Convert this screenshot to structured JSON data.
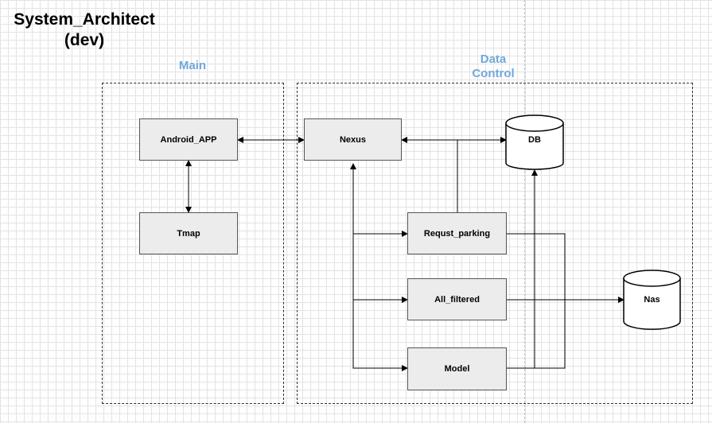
{
  "diagram": {
    "title_line1": "System_Architect",
    "title_line2": "(dev)",
    "groups": {
      "main": "Main",
      "data_control": "Data\nControl"
    },
    "nodes": {
      "android_app": "Android_APP",
      "tmap": "Tmap",
      "nexus": "Nexus",
      "db": "DB",
      "requst_parking": "Requst_parking",
      "all_filtered": "All_filtered",
      "model": "Model",
      "nas": "Nas"
    },
    "edges": [
      {
        "from": "Android_APP",
        "to": "Nexus",
        "bidirectional": true
      },
      {
        "from": "Android_APP",
        "to": "Tmap",
        "bidirectional": true
      },
      {
        "from": "Nexus",
        "to": "DB",
        "bidirectional": true
      },
      {
        "from": "Requst_parking",
        "to": "Nexus",
        "bidirectional": false
      },
      {
        "from": "Nexus",
        "to": "Requst_parking",
        "bidirectional": false
      },
      {
        "from": "Nexus",
        "to": "All_filtered",
        "bidirectional": false
      },
      {
        "from": "Nexus",
        "to": "Model",
        "bidirectional": false
      },
      {
        "from": "Requst_parking",
        "to": "Nas",
        "bidirectional": false
      },
      {
        "from": "All_filtered",
        "to": "Nas",
        "bidirectional": false
      },
      {
        "from": "Model",
        "to": "Nas",
        "bidirectional": false
      },
      {
        "from": "Model",
        "to": "DB",
        "bidirectional": false
      }
    ]
  },
  "colors": {
    "group_label": "#6fa8dc",
    "node_fill": "#ececec",
    "node_stroke": "#555555",
    "line": "#000000"
  }
}
